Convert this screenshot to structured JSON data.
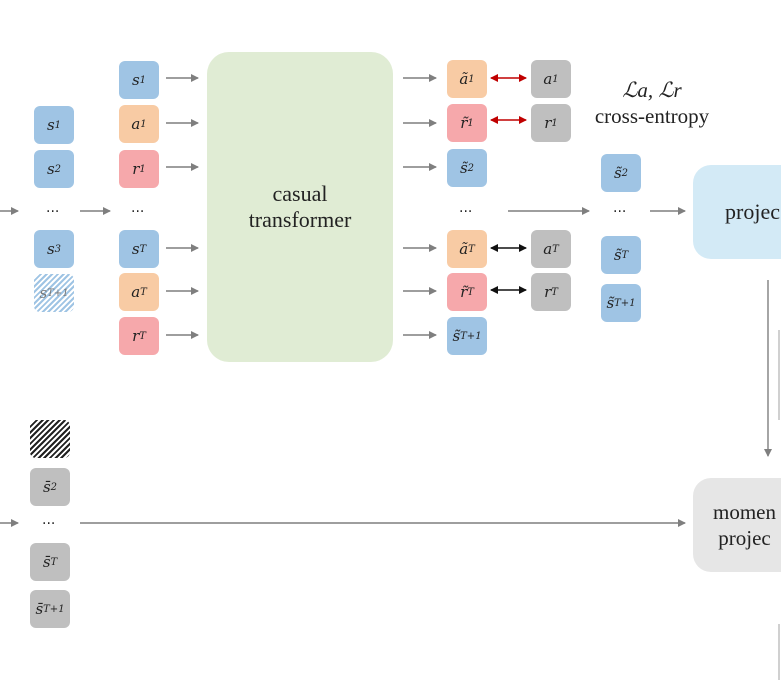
{
  "transformer_label": "casual\ntransformer",
  "projector_label": "projec",
  "momentum_label": "momen\nprojec",
  "loss_symbol": "ℒa, ℒr",
  "loss_label": "cross-entropy",
  "ellipsis": "...",
  "input_col": {
    "s1": {
      "base": "s",
      "sub": "1"
    },
    "s2": {
      "base": "s",
      "sub": "2"
    },
    "s3": {
      "base": "s",
      "sub": "3"
    },
    "sT1": {
      "base": "s",
      "sub": "T+1"
    }
  },
  "seq_col": {
    "s1": {
      "base": "s",
      "sub": "1"
    },
    "a1": {
      "base": "a",
      "sub": "1"
    },
    "r1": {
      "base": "r",
      "sub": "1"
    },
    "sT": {
      "base": "s",
      "sub": "T"
    },
    "aT": {
      "base": "a",
      "sub": "T"
    },
    "rT": {
      "base": "r",
      "sub": "T"
    }
  },
  "out_col": {
    "a1": {
      "base": "ã",
      "sub": "1"
    },
    "r1": {
      "base": "r̃",
      "sub": "1"
    },
    "s2": {
      "base": "s̃",
      "sub": "2"
    },
    "aT": {
      "base": "ã",
      "sub": "T"
    },
    "rT": {
      "base": "r̃",
      "sub": "T"
    },
    "sT1": {
      "base": "s̃",
      "sub": "T+1"
    }
  },
  "target_col": {
    "a1": {
      "base": "a",
      "sub": "1"
    },
    "r1": {
      "base": "r",
      "sub": "1"
    },
    "aT": {
      "base": "a",
      "sub": "T"
    },
    "rT": {
      "base": "r",
      "sub": "T"
    }
  },
  "pred_col": {
    "s2": {
      "base": "s̃",
      "sub": "2"
    },
    "sT": {
      "base": "s̃",
      "sub": "T"
    },
    "sT1": {
      "base": "s̃",
      "sub": "T+1"
    }
  },
  "target_state_col": {
    "s2": {
      "base": "s̄",
      "sub": "2"
    },
    "sT": {
      "base": "s̄",
      "sub": "T"
    },
    "sT1": {
      "base": "s̄",
      "sub": "T+1"
    }
  },
  "colors": {
    "state": "#9fc4e4",
    "action": "#f8cba4",
    "reward": "#f6a8ab",
    "target": "#bfbfbf",
    "transformer": "#e0ecd4",
    "projector": "#d3eaf6",
    "momentum": "#e6e6e6",
    "arrow_gray": "#7f7f7f",
    "arrow_red": "#c00000",
    "arrow_black": "#111111"
  }
}
